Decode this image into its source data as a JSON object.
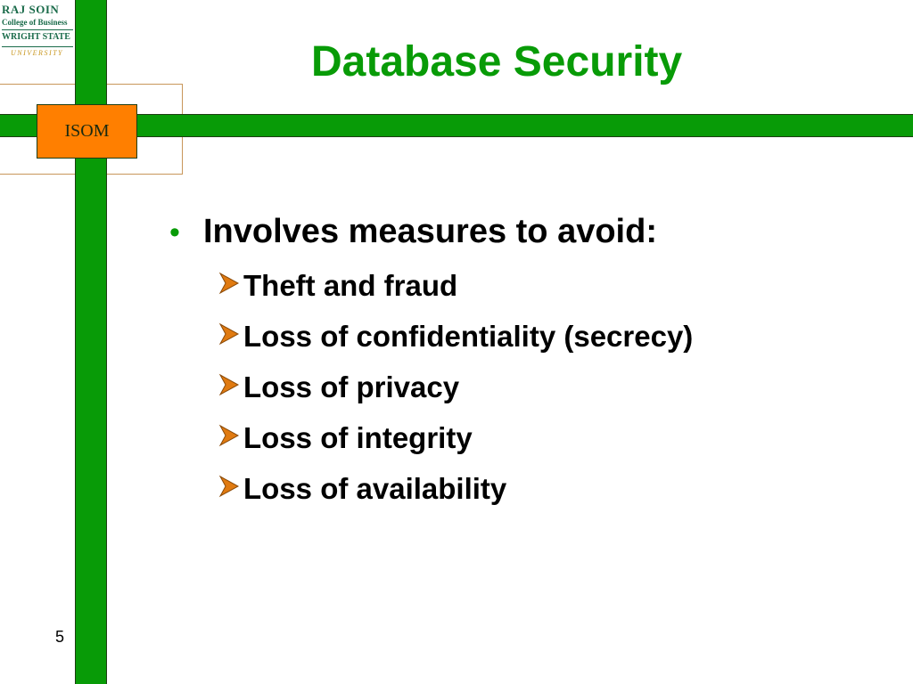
{
  "logo": {
    "line1": "RAJ SOIN",
    "line2": "College of Business",
    "line3": "WRIGHT STATE",
    "line4": "UNIVERSITY"
  },
  "badge": {
    "label": "ISOM"
  },
  "slide": {
    "title": "Database Security",
    "main_bullet": "Involves measures to avoid:",
    "sub_bullets": [
      "Theft and fraud",
      "Loss of confidentiality (secrecy)",
      "Loss of privacy",
      "Loss of integrity",
      "Loss of availability"
    ],
    "page_number": "5"
  },
  "colors": {
    "accent_green": "#089b07",
    "badge_orange": "#ff7f00",
    "arrow_orange": "#e07a10",
    "logo_green": "#1a6b4a",
    "logo_gold": "#c8961e"
  }
}
